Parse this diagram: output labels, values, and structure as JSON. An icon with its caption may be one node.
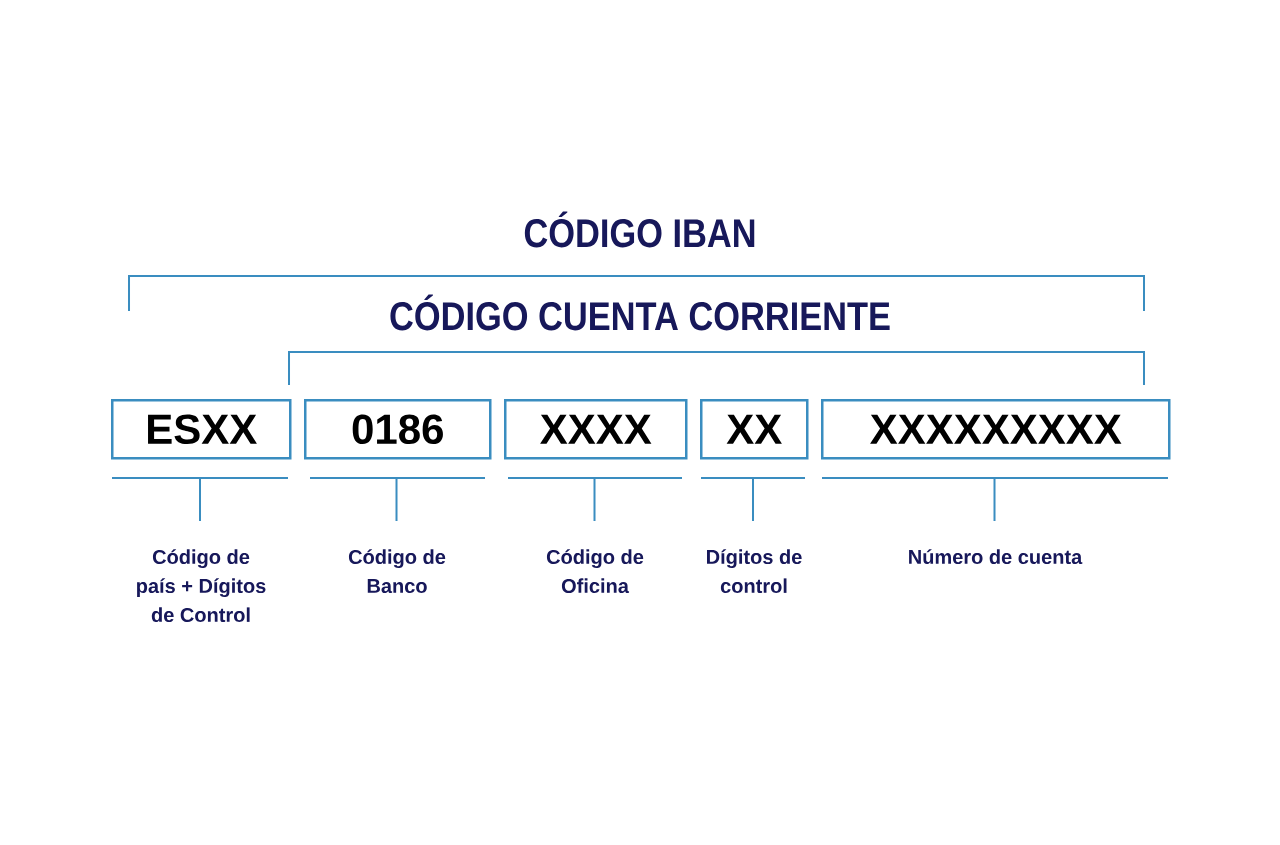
{
  "diagram": {
    "title": "CÓDIGO IBAN",
    "nodes": [
      {
        "text": [
          "ESXX"
        ]
      },
      {
        "text": [
          "0186"
        ]
      },
      {
        "text": [
          "XXXX"
        ]
      },
      {
        "text": [
          "XX"
        ]
      },
      {
        "text": [
          "XXXXXXXXX"
        ]
      }
    ],
    "labels": [
      "CÓDIGO CUENTA CORRIENTE",
      "Código de país + Dígitos de Control",
      "Código de Banco",
      "Código de Oficina",
      "Dígitos de control",
      "Número de cuenta"
    ]
  }
}
